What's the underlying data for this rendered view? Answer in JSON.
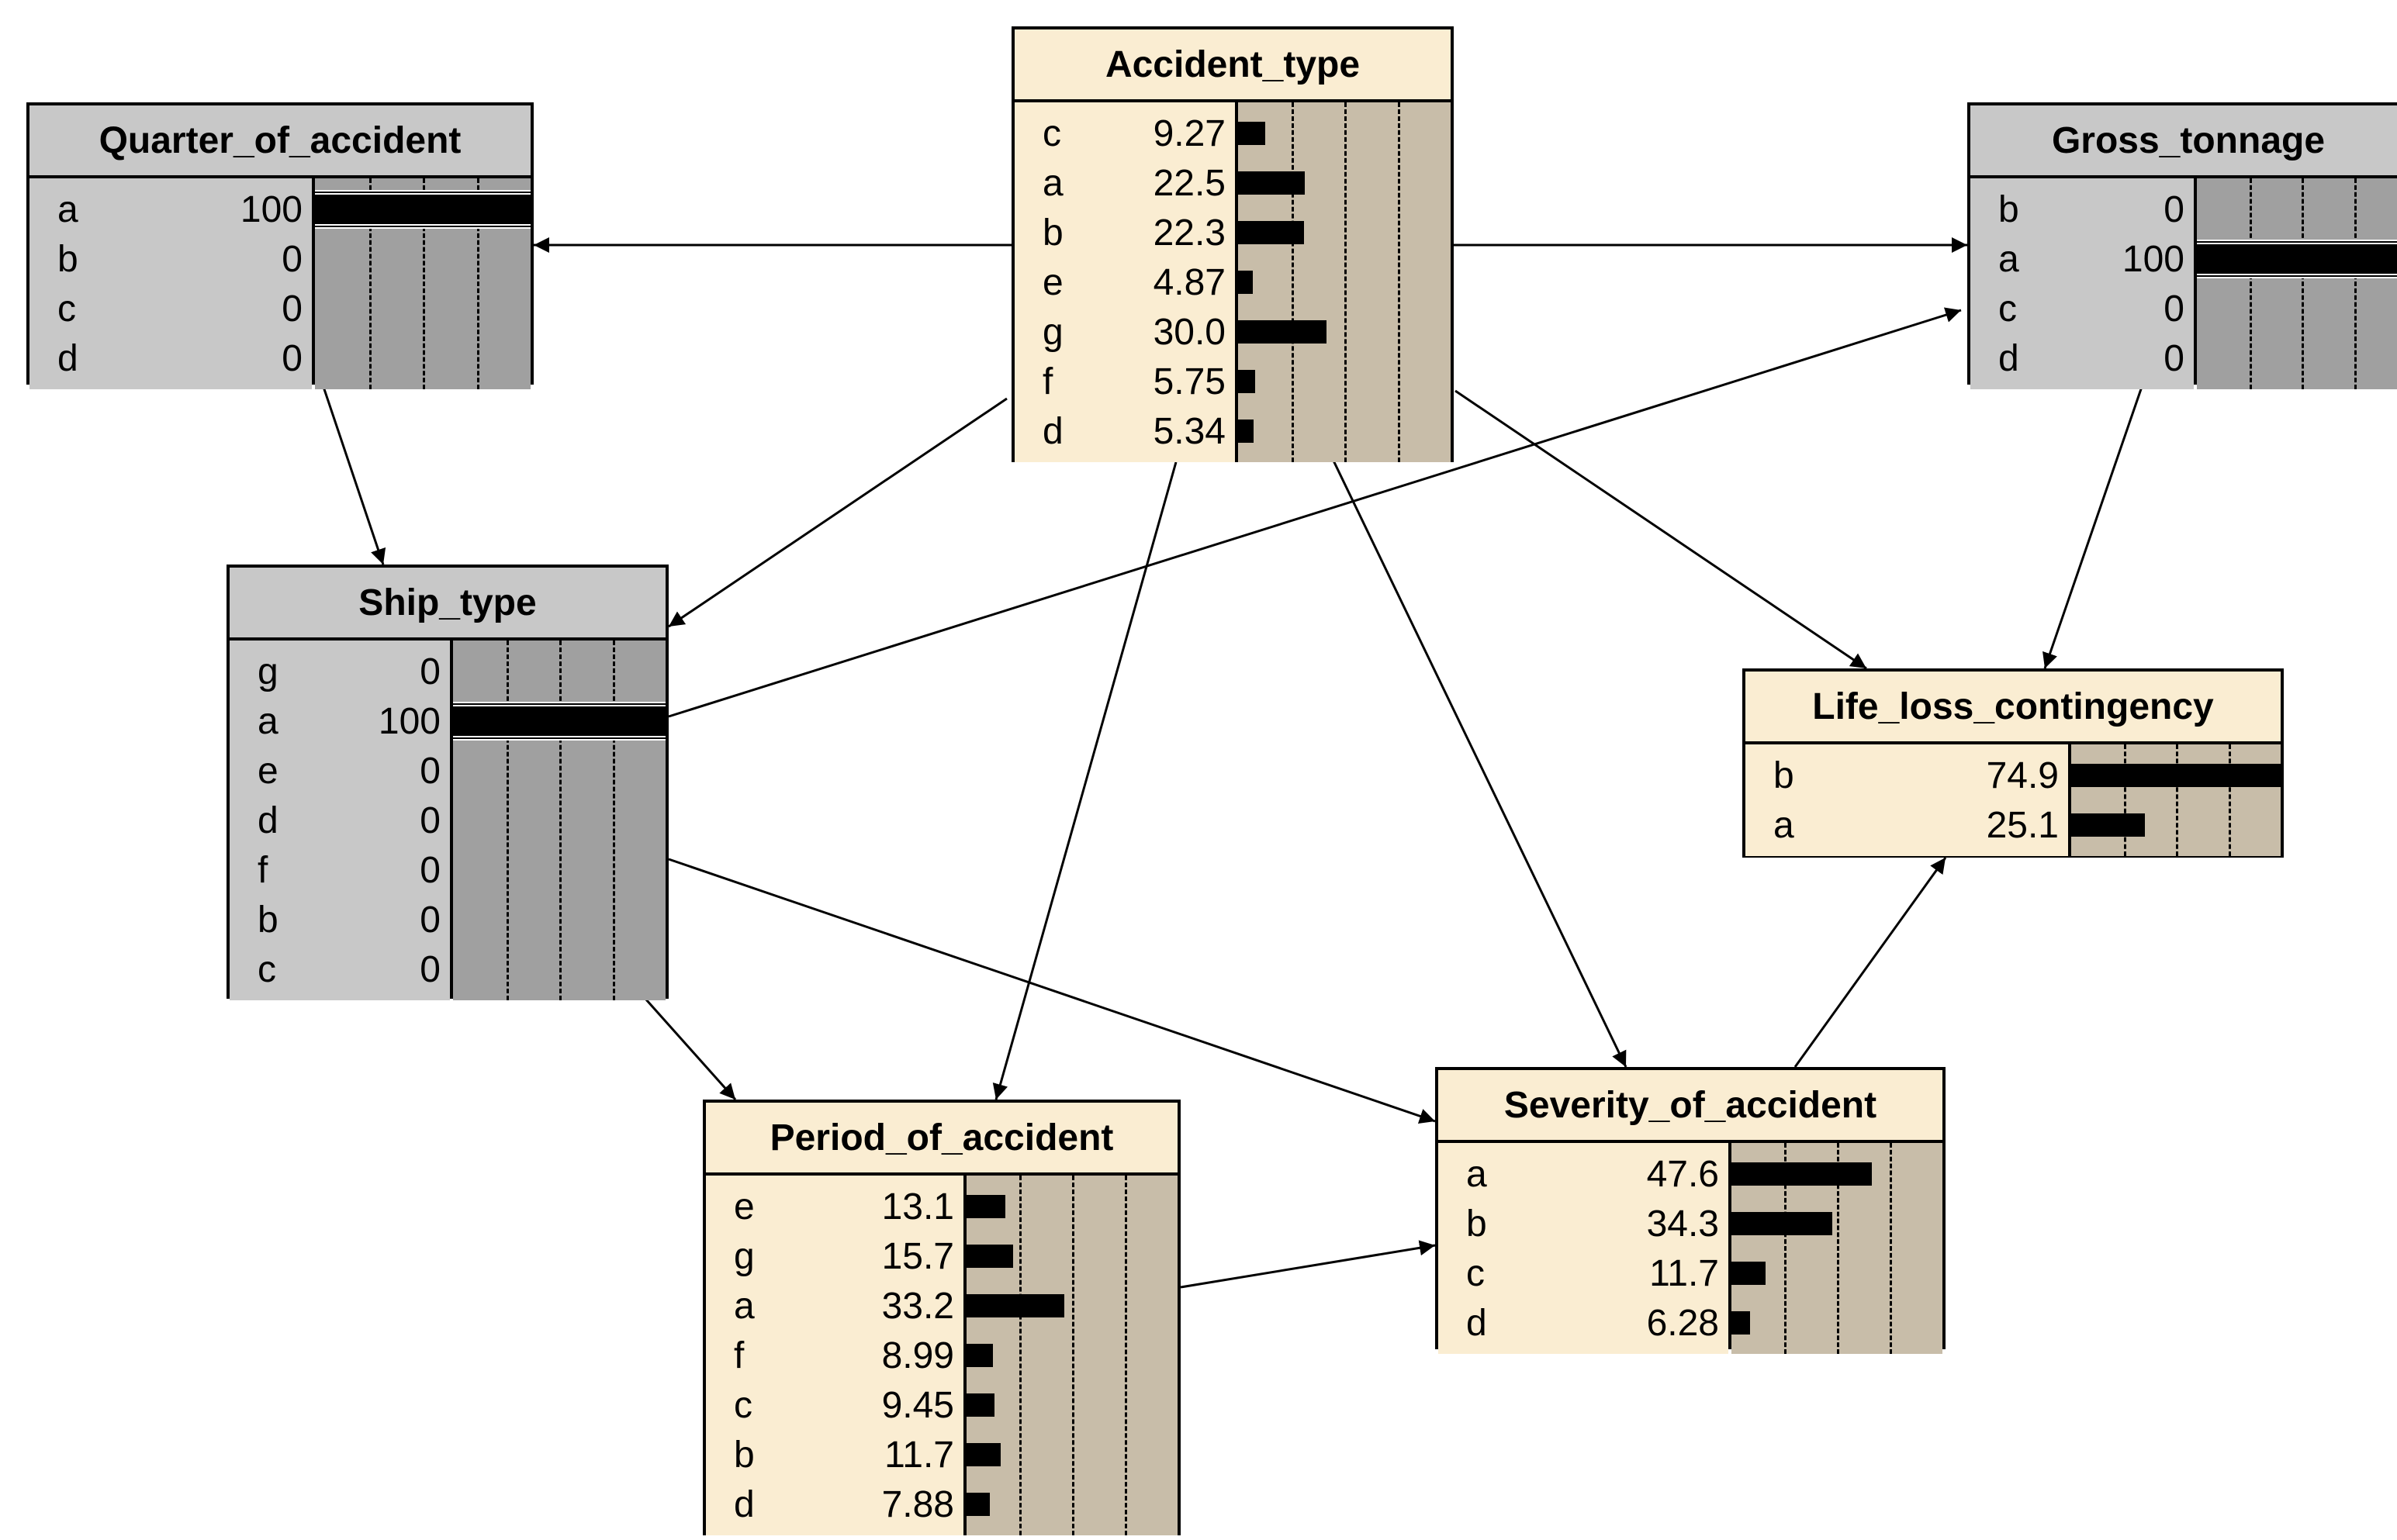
{
  "colors": {
    "belief_bg": "#faedd2",
    "belief_bar_bg": "#c8bda9",
    "evidence_bg": "#c8c8c8",
    "evidence_bar_bg": "#a0a0a0",
    "edge": "#000000"
  },
  "nodes": {
    "quarter_of_accident": {
      "title": "Quarter_of_accident",
      "states": [
        {
          "label": "a",
          "value": "100"
        },
        {
          "label": "b",
          "value": "0"
        },
        {
          "label": "c",
          "value": "0"
        },
        {
          "label": "d",
          "value": "0"
        }
      ]
    },
    "accident_type": {
      "title": "Accident_type",
      "states": [
        {
          "label": "c",
          "value": "9.27"
        },
        {
          "label": "a",
          "value": "22.5"
        },
        {
          "label": "b",
          "value": "22.3"
        },
        {
          "label": "e",
          "value": "4.87"
        },
        {
          "label": "g",
          "value": "30.0"
        },
        {
          "label": "f",
          "value": "5.75"
        },
        {
          "label": "d",
          "value": "5.34"
        }
      ]
    },
    "gross_tonnage": {
      "title": "Gross_tonnage",
      "states": [
        {
          "label": "b",
          "value": "0"
        },
        {
          "label": "a",
          "value": "100"
        },
        {
          "label": "c",
          "value": "0"
        },
        {
          "label": "d",
          "value": "0"
        }
      ]
    },
    "ship_type": {
      "title": "Ship_type",
      "states": [
        {
          "label": "g",
          "value": "0"
        },
        {
          "label": "a",
          "value": "100"
        },
        {
          "label": "e",
          "value": "0"
        },
        {
          "label": "d",
          "value": "0"
        },
        {
          "label": "f",
          "value": "0"
        },
        {
          "label": "b",
          "value": "0"
        },
        {
          "label": "c",
          "value": "0"
        }
      ]
    },
    "life_loss_contingency": {
      "title": "Life_loss_contingency",
      "states": [
        {
          "label": "b",
          "value": "74.9"
        },
        {
          "label": "a",
          "value": "25.1"
        }
      ]
    },
    "period_of_accident": {
      "title": "Period_of_accident",
      "states": [
        {
          "label": "e",
          "value": "13.1"
        },
        {
          "label": "g",
          "value": "15.7"
        },
        {
          "label": "a",
          "value": "33.2"
        },
        {
          "label": "f",
          "value": "8.99"
        },
        {
          "label": "c",
          "value": "9.45"
        },
        {
          "label": "b",
          "value": "11.7"
        },
        {
          "label": "d",
          "value": "7.88"
        }
      ]
    },
    "severity_of_accident": {
      "title": "Severity_of_accident",
      "states": [
        {
          "label": "a",
          "value": "47.6"
        },
        {
          "label": "b",
          "value": "34.3"
        },
        {
          "label": "c",
          "value": "11.7"
        },
        {
          "label": "d",
          "value": "6.28"
        }
      ]
    }
  },
  "edges": [
    {
      "from": "accident_type",
      "to": "quarter_of_accident"
    },
    {
      "from": "accident_type",
      "to": "gross_tonnage"
    },
    {
      "from": "accident_type",
      "to": "ship_type"
    },
    {
      "from": "accident_type",
      "to": "period_of_accident"
    },
    {
      "from": "accident_type",
      "to": "severity_of_accident"
    },
    {
      "from": "accident_type",
      "to": "life_loss_contingency"
    },
    {
      "from": "quarter_of_accident",
      "to": "ship_type"
    },
    {
      "from": "ship_type",
      "to": "gross_tonnage"
    },
    {
      "from": "ship_type",
      "to": "period_of_accident"
    },
    {
      "from": "ship_type",
      "to": "severity_of_accident"
    },
    {
      "from": "gross_tonnage",
      "to": "life_loss_contingency"
    },
    {
      "from": "period_of_accident",
      "to": "severity_of_accident"
    },
    {
      "from": "severity_of_accident",
      "to": "life_loss_contingency"
    }
  ]
}
